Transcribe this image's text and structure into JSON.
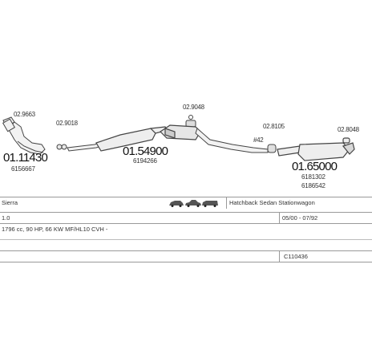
{
  "diagram": {
    "labels_small": [
      "02.9663",
      "02.9018",
      "02.9048",
      "02.8105",
      "02.8048",
      "#42"
    ],
    "labels_big": [
      "01.11430",
      "01.54900",
      "01.65000"
    ],
    "codes": [
      "6156667",
      "6194266",
      "6181302",
      "6186542"
    ]
  },
  "info": {
    "model": "Sierra",
    "body_types": "Hatchback Sedan Stationwagon",
    "engine_size": "1.0",
    "years": "05/00 - 07/92",
    "engine_spec": "1796 cc, 90 HP, 66 KW MF/HL10 CVH -",
    "ref": "C110436"
  }
}
